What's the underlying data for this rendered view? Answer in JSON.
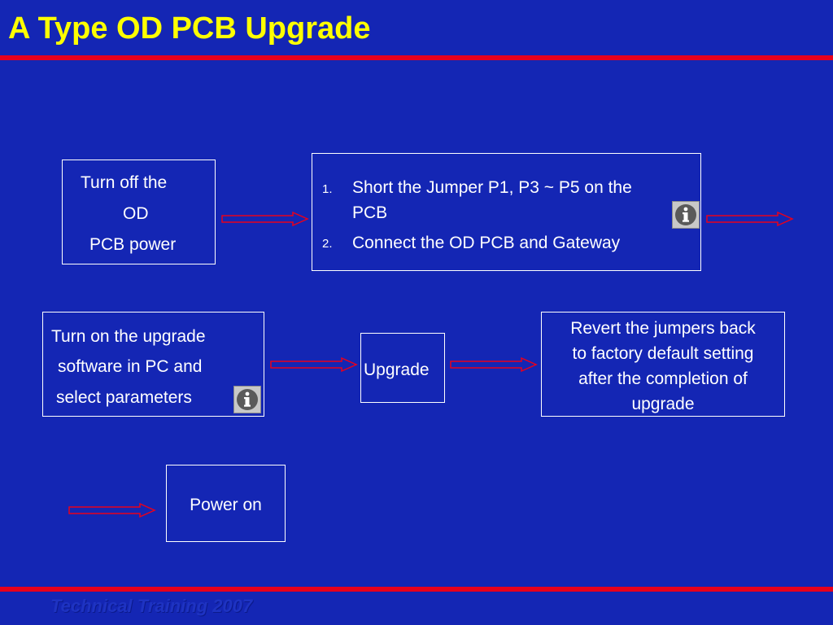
{
  "slide": {
    "title": "A Type OD PCB Upgrade",
    "footer": "Technical Training 2007"
  },
  "boxes": {
    "turn_off": {
      "lines": [
        "Turn off  the",
        "OD",
        "PCB power"
      ]
    },
    "jumper_steps": {
      "items": [
        {
          "num": "1.",
          "lines": [
            "Short the Jumper P1, P3 ~ P5 on the",
            "PCB"
          ]
        },
        {
          "num": "2.",
          "lines": [
            "Connect the OD PCB and Gateway"
          ]
        }
      ]
    },
    "turn_on": {
      "lines": [
        "Turn on the upgrade",
        "software in PC and",
        "select parameters"
      ]
    },
    "upgrade": {
      "label": "Upgrade"
    },
    "revert": {
      "lines": [
        "Revert the jumpers back",
        "to factory default setting",
        "after the completion of",
        "upgrade"
      ]
    },
    "power_on": {
      "label": "Power on"
    }
  },
  "icons": {
    "info": "info-icon"
  },
  "colors": {
    "background": "#1426b4",
    "title": "#ffff00",
    "rule": "#e8001c",
    "arrow_outline": "#e8001c",
    "text": "#ffffff"
  }
}
